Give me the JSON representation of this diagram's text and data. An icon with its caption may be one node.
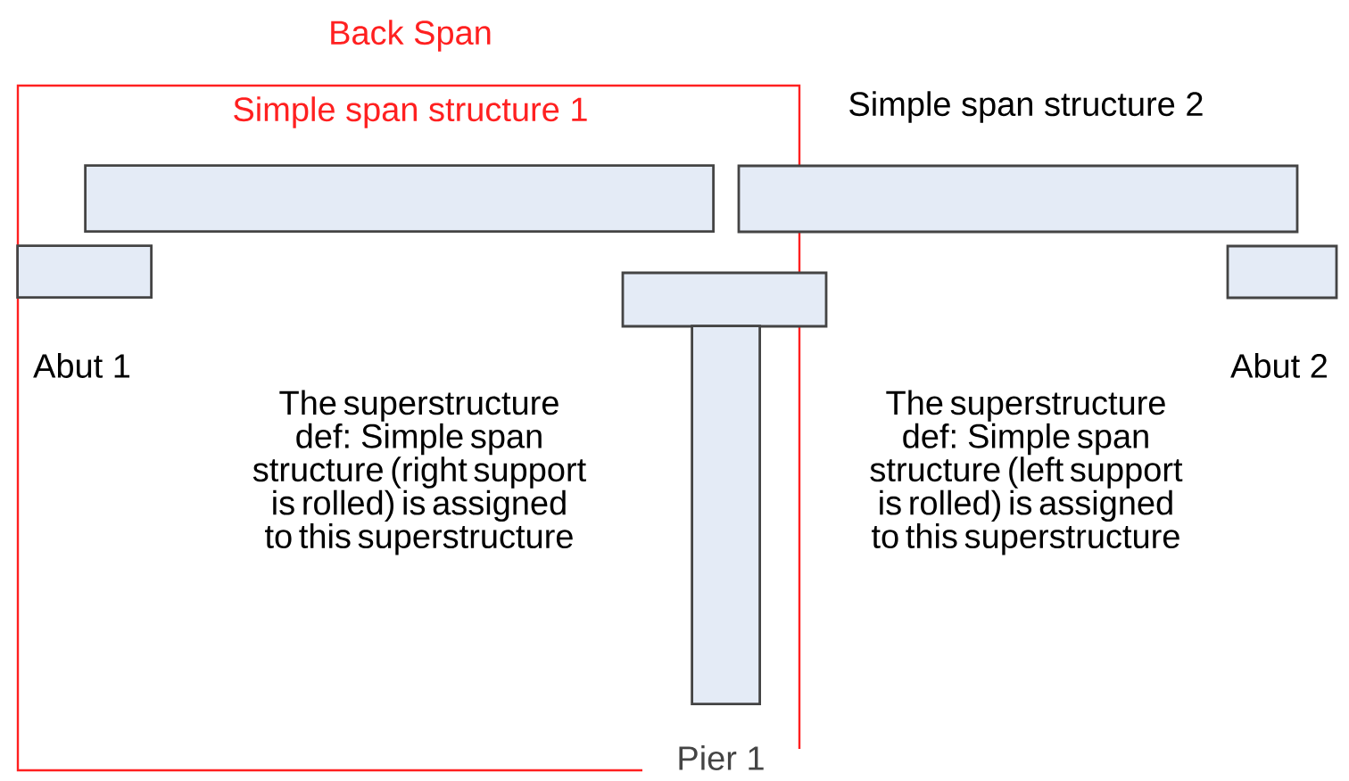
{
  "diagram": {
    "nodes": [
      {
        "text": [
          "Back Span",
          "Simple span structure 1"
        ]
      },
      {
        "text": [],
        "shape": "box",
        "in": 0
      },
      {
        "text": [],
        "shape": "box"
      },
      {
        "text": [],
        "shape": "box",
        "in": 0,
        "beside": [
          "Abut 1"
        ]
      },
      {
        "text": [],
        "shape": "box"
      },
      {
        "text": [],
        "shape": "box",
        "beside": [
          "Abut 2"
        ]
      },
      {
        "text": [],
        "shape": "box",
        "in": 0,
        "beside": [
          "Pier 1"
        ]
      }
    ],
    "labels": [
      "Simple span structure 2",
      "The superstructure def: Simple span structure (right support is rolled) is assigned to this superstructure",
      "The superstructure def: Simple span structure (left support is rolled) is assigned to this superstructure"
    ]
  }
}
